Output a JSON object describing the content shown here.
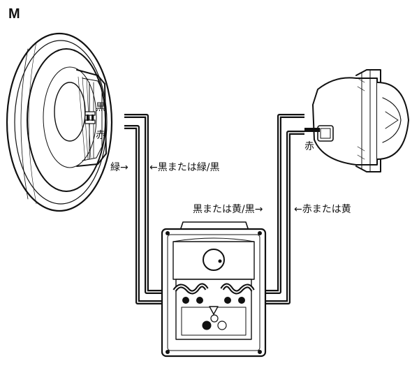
{
  "figure_marker": "M",
  "woofer": {
    "terminal_top_label": "黒",
    "terminal_bottom_label": "赤"
  },
  "tweeter": {
    "terminal_label": "赤"
  },
  "wires": {
    "woofer_red_wire_label": "緑→",
    "woofer_black_wire_label": "←黒または緑/黒",
    "tweeter_black_wire_label": "黒または黄/黒→",
    "tweeter_red_wire_label": "←赤または黄"
  }
}
